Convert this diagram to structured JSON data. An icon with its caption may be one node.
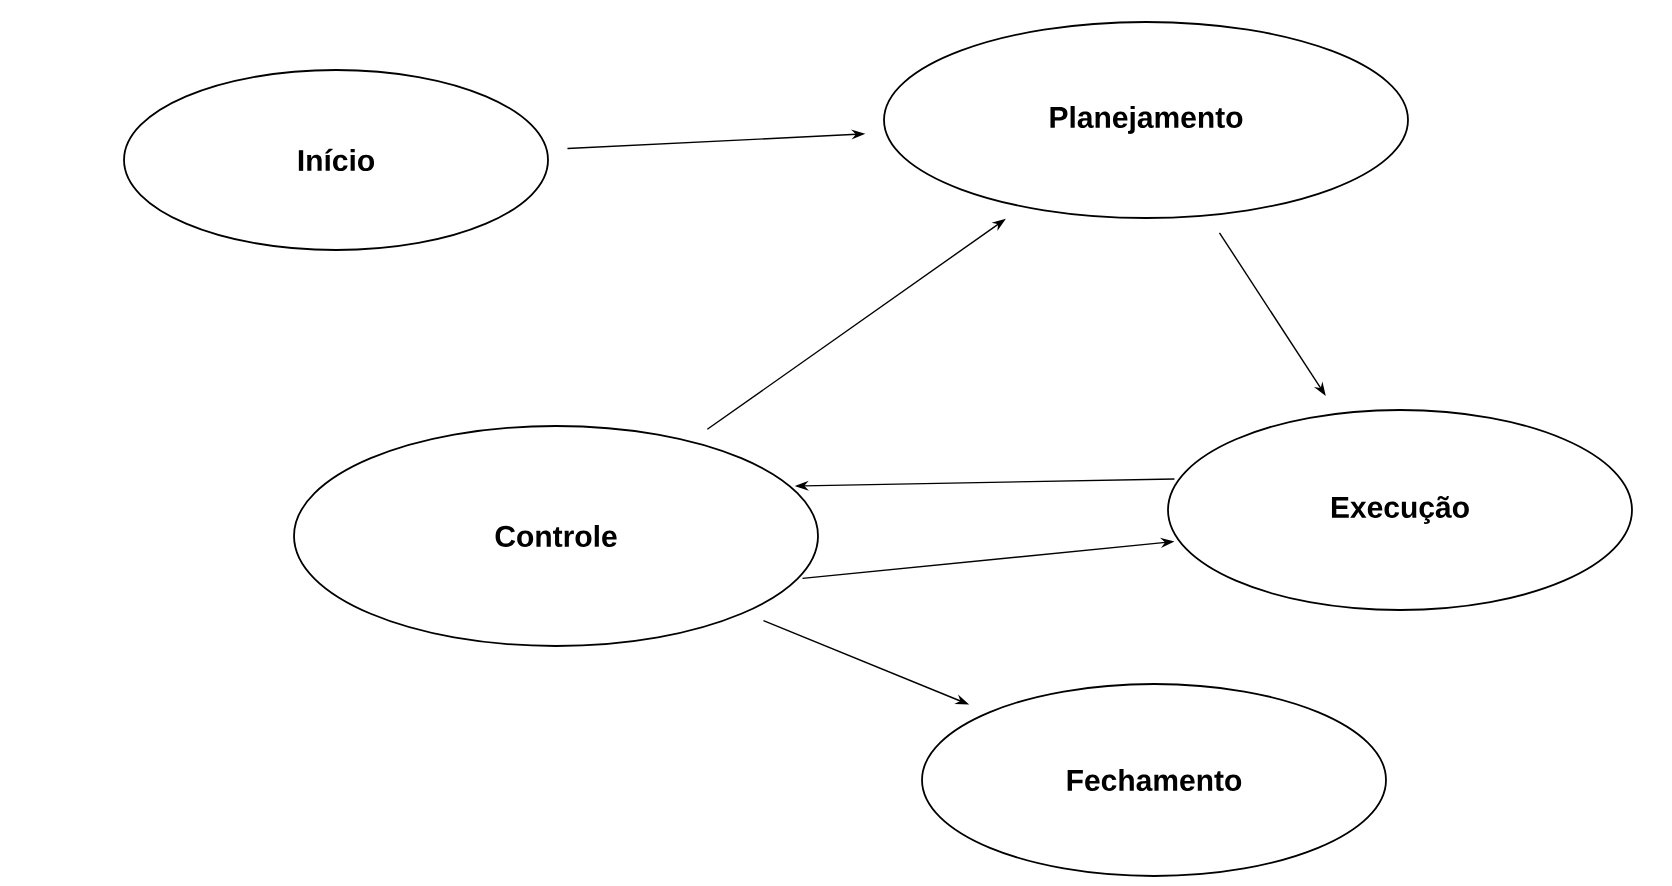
{
  "diagram": {
    "nodes": [
      {
        "text": [
          "Início"
        ]
      },
      {
        "text": [
          "Planejamento"
        ]
      },
      {
        "text": [
          "Execução"
        ]
      },
      {
        "text": [
          "Controle"
        ]
      },
      {
        "text": [
          "Fechamento"
        ]
      }
    ],
    "edges": [
      {
        "from": 0,
        "to": 1,
        "arrow": "to"
      },
      {
        "from": 1,
        "to": 2,
        "arrow": "to"
      },
      {
        "from": 2,
        "to": 3,
        "arrow": "to"
      },
      {
        "from": 3,
        "to": 2,
        "arrow": "to"
      },
      {
        "from": 3,
        "to": 1,
        "arrow": "to"
      },
      {
        "from": 3,
        "to": 4,
        "arrow": "to"
      }
    ]
  }
}
